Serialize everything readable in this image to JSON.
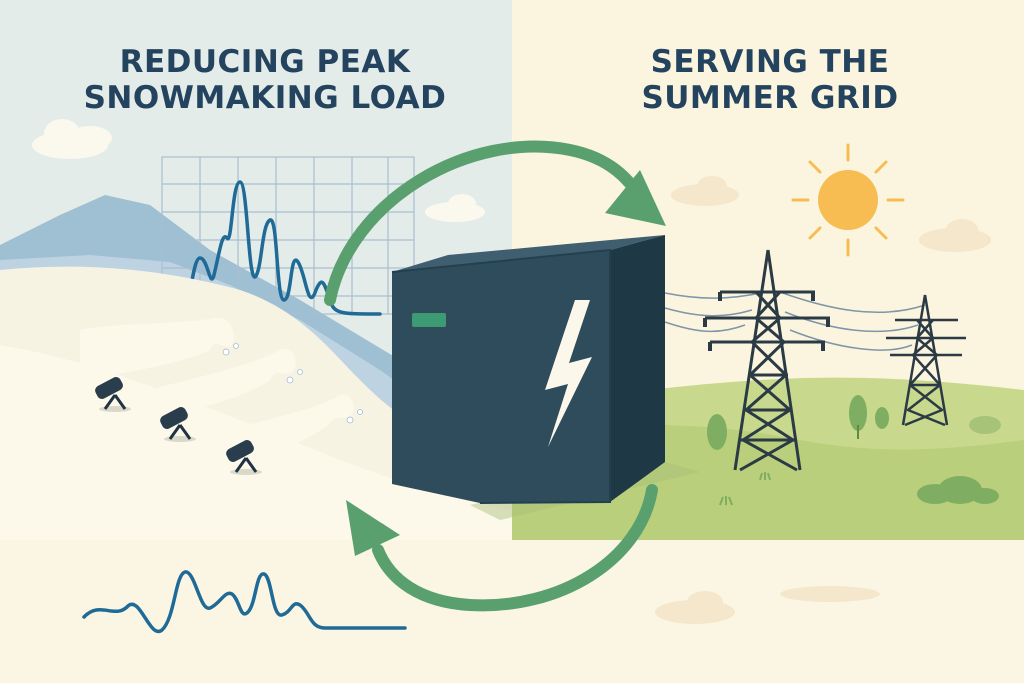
{
  "left_panel": {
    "title_lines": [
      "REDUCING PEAK",
      "SNOWMAKING LOAD"
    ]
  },
  "right_panel": {
    "title_lines": [
      "SERVING THE",
      "SUMMER GRID"
    ]
  },
  "colors": {
    "title": "#24435e",
    "winter_sky": "#e4ecea",
    "summer_sky": "#fbf5df",
    "snow": "#fcf8e9",
    "mountain": "#9fbfd3",
    "chart_line": "#1f6a96",
    "arrow": "#5aa06f",
    "battery": "#2f4c5c",
    "sun": "#f8bd52",
    "grass": "#b9cf7c",
    "tower": "#2b3a44"
  },
  "icons": [
    "snow-cannon-icon",
    "lightning-bolt-icon",
    "sun-icon",
    "power-pylon-icon",
    "cycle-arrow-icon",
    "cloud-icon",
    "tree-icon"
  ]
}
